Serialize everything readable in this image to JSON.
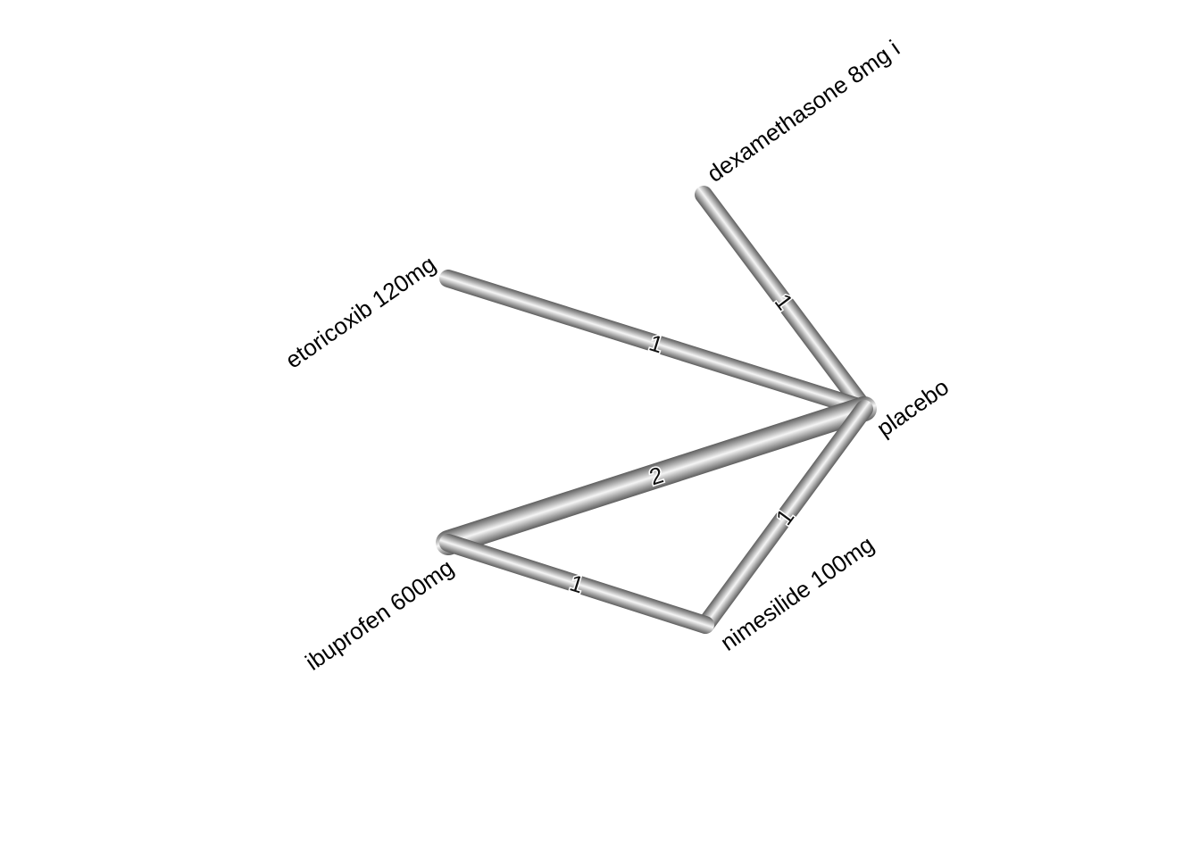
{
  "diagram": {
    "type": "network-graph",
    "nodes": [
      {
        "id": "placebo",
        "label": "placebo"
      },
      {
        "id": "dexamethasone",
        "label": "dexamethasone 8mg i"
      },
      {
        "id": "etoricoxib",
        "label": "etoricoxib 120mg"
      },
      {
        "id": "ibuprofen",
        "label": "ibuprofen 600mg"
      },
      {
        "id": "nimesulide",
        "label": "nimesilide 100mg"
      }
    ],
    "edges": [
      {
        "from": "dexamethasone",
        "to": "placebo",
        "label": "1"
      },
      {
        "from": "etoricoxib",
        "to": "placebo",
        "label": "1"
      },
      {
        "from": "ibuprofen",
        "to": "placebo",
        "label": "2"
      },
      {
        "from": "nimesulide",
        "to": "placebo",
        "label": "1"
      },
      {
        "from": "ibuprofen",
        "to": "nimesulide",
        "label": "1"
      }
    ],
    "edge_color": "#808080"
  }
}
